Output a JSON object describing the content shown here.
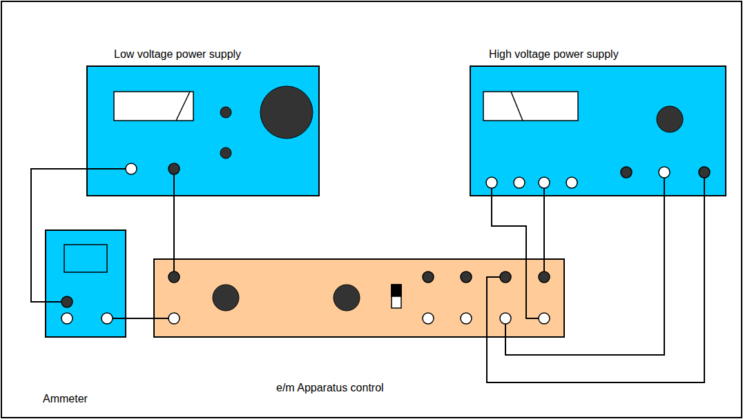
{
  "diagram": {
    "nodes": [
      {
        "text": [
          "Low voltage power supply"
        ]
      },
      {
        "text": [
          "High voltage power supply"
        ]
      },
      {
        "text": [
          "Ammeter"
        ]
      },
      {
        "text": [
          "e/m Apparatus control"
        ]
      }
    ],
    "edges": [
      {
        "from": 0,
        "to": 2,
        "arrow": "none"
      },
      {
        "from": 0,
        "to": 3,
        "arrow": "none"
      },
      {
        "from": 2,
        "to": 3,
        "arrow": "none"
      },
      {
        "from": 1,
        "to": 3,
        "arrow": "none"
      },
      {
        "from": 1,
        "to": 3,
        "arrow": "none"
      },
      {
        "from": 1,
        "to": 3,
        "arrow": "none"
      },
      {
        "from": 1,
        "to": 3,
        "arrow": "none"
      }
    ]
  }
}
